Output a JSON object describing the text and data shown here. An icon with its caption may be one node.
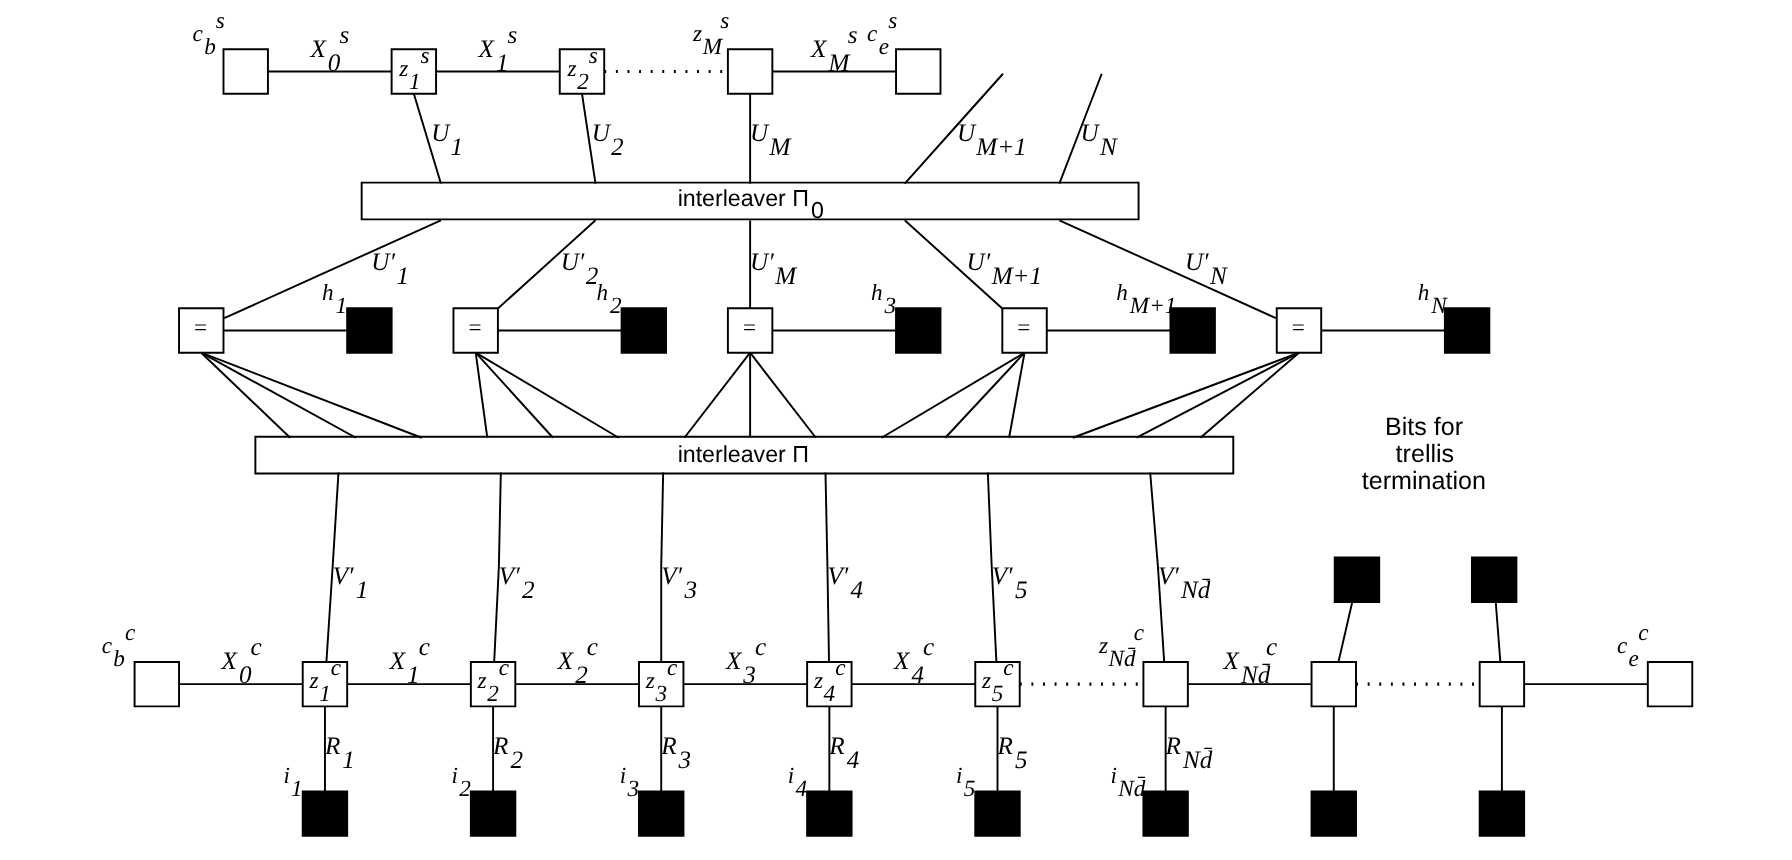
{
  "diagram": {
    "nodes": [
      {
        "text": [],
        "shape": "box",
        "beside": [
          "c$_{b}$$^{s}$"
        ]
      },
      {
        "text": [
          "z$_{1}$$^{s}$"
        ]
      },
      {
        "text": [
          "z$_{2}$$^{s}$"
        ]
      },
      {
        "text": [],
        "shape": "box",
        "beside": [
          "z$_{M}$$^{s}$"
        ]
      },
      {
        "text": [],
        "shape": "box",
        "beside": [
          "c$_{e}$$^{s}$"
        ]
      },
      {
        "text": [
          "interleaver Π$_{0}$"
        ]
      },
      {
        "text": [
          "="
        ]
      },
      {
        "text": [
          "="
        ]
      },
      {
        "text": [
          "="
        ]
      },
      {
        "text": [
          "="
        ]
      },
      {
        "text": [
          "="
        ]
      },
      {
        "text": [],
        "shape": "box",
        "beside": [
          "h$_{1}$"
        ]
      },
      {
        "text": [],
        "shape": "box",
        "beside": [
          "h$_{2}$"
        ]
      },
      {
        "text": [],
        "shape": "box",
        "beside": [
          "h$_{3}$"
        ]
      },
      {
        "text": [],
        "shape": "box",
        "beside": [
          "h$_{M+1}$"
        ]
      },
      {
        "text": [],
        "shape": "box",
        "beside": [
          "h$_{N}$"
        ]
      },
      {
        "text": [
          "interleaver Π"
        ]
      },
      {
        "text": [],
        "shape": "box",
        "beside": [
          "c$_{b}$$^{c}$"
        ]
      },
      {
        "text": [
          "z$_{1}$$^{c}$"
        ]
      },
      {
        "text": [
          "z$_{2}$$^{c}$"
        ]
      },
      {
        "text": [
          "z$_{3}$$^{c}$"
        ]
      },
      {
        "text": [
          "z$_{4}$$^{c}$"
        ]
      },
      {
        "text": [
          "z$_{5}$$^{c}$"
        ]
      },
      {
        "text": [],
        "shape": "box",
        "beside": [
          "z$_{Nd̄}$$^{c}$"
        ]
      },
      {
        "text": [],
        "shape": "box"
      },
      {
        "text": [],
        "shape": "box"
      },
      {
        "text": [],
        "shape": "box",
        "beside": [
          "c$_{e}$$^{c}$"
        ]
      },
      {
        "text": [],
        "shape": "box",
        "beside": [
          "i$_{1}$"
        ]
      },
      {
        "text": [],
        "shape": "box",
        "beside": [
          "i$_{2}$"
        ]
      },
      {
        "text": [],
        "shape": "box",
        "beside": [
          "i$_{3}$"
        ]
      },
      {
        "text": [],
        "shape": "box",
        "beside": [
          "i$_{4}$"
        ]
      },
      {
        "text": [],
        "shape": "box",
        "beside": [
          "i$_{5}$"
        ]
      },
      {
        "text": [],
        "shape": "box",
        "beside": [
          "i$_{Nd̄}$"
        ]
      },
      {
        "text": [],
        "shape": "box"
      },
      {
        "text": [],
        "shape": "box"
      },
      {
        "text": [],
        "shape": "box"
      },
      {
        "text": [],
        "shape": "box"
      }
    ],
    "edges": [
      {
        "from": 0,
        "to": 1,
        "arrow": "none",
        "label": "X$_{0}$$^{s}$"
      },
      {
        "from": 1,
        "to": 2,
        "arrow": "none",
        "label": "X$_{1}$$^{s}$"
      },
      {
        "from": 2,
        "to": 3,
        "arrow": "none",
        "style": "dashed"
      },
      {
        "from": 3,
        "to": 4,
        "arrow": "none",
        "label": "X$_{M}$$^{s}$"
      },
      {
        "from": 1,
        "to": 5,
        "arrow": "none",
        "label": "U$_{1}$"
      },
      {
        "from": 2,
        "to": 5,
        "arrow": "none",
        "label": "U$_{2}$"
      },
      {
        "from": 3,
        "to": 5,
        "arrow": "none",
        "label": "U$_{M}$"
      },
      {
        "from": null,
        "to": 5,
        "arrow": "none",
        "label": "U$_{M+1}$"
      },
      {
        "from": null,
        "to": 5,
        "arrow": "none",
        "label": "U$_{N}$"
      },
      {
        "from": 5,
        "to": 6,
        "arrow": "none",
        "label": "U′$_{1}$"
      },
      {
        "from": 5,
        "to": 7,
        "arrow": "none",
        "label": "U′$_{2}$"
      },
      {
        "from": 5,
        "to": 8,
        "arrow": "none",
        "label": "U′$_{M}$"
      },
      {
        "from": 5,
        "to": 9,
        "arrow": "none",
        "label": "U′$_{M+1}$"
      },
      {
        "from": 5,
        "to": 10,
        "arrow": "none",
        "label": "U′$_{N}$"
      },
      {
        "from": 6,
        "to": 11,
        "arrow": "none"
      },
      {
        "from": 7,
        "to": 12,
        "arrow": "none"
      },
      {
        "from": 8,
        "to": 13,
        "arrow": "none"
      },
      {
        "from": 9,
        "to": 14,
        "arrow": "none"
      },
      {
        "from": 10,
        "to": 15,
        "arrow": "none"
      },
      {
        "from": 6,
        "to": 16,
        "arrow": "none"
      },
      {
        "from": 6,
        "to": 16,
        "arrow": "none"
      },
      {
        "from": 6,
        "to": 16,
        "arrow": "none"
      },
      {
        "from": 7,
        "to": 16,
        "arrow": "none"
      },
      {
        "from": 7,
        "to": 16,
        "arrow": "none"
      },
      {
        "from": 7,
        "to": 16,
        "arrow": "none"
      },
      {
        "from": 8,
        "to": 16,
        "arrow": "none"
      },
      {
        "from": 8,
        "to": 16,
        "arrow": "none"
      },
      {
        "from": 8,
        "to": 16,
        "arrow": "none"
      },
      {
        "from": 9,
        "to": 16,
        "arrow": "none"
      },
      {
        "from": 9,
        "to": 16,
        "arrow": "none"
      },
      {
        "from": 9,
        "to": 16,
        "arrow": "none"
      },
      {
        "from": 10,
        "to": 16,
        "arrow": "none"
      },
      {
        "from": 10,
        "to": 16,
        "arrow": "none"
      },
      {
        "from": 10,
        "to": 16,
        "arrow": "none"
      },
      {
        "from": 16,
        "to": 18,
        "arrow": "none",
        "label": "V′$_{1}$"
      },
      {
        "from": 16,
        "to": 19,
        "arrow": "none",
        "label": "V′$_{2}$"
      },
      {
        "from": 16,
        "to": 20,
        "arrow": "none",
        "label": "V′$_{3}$"
      },
      {
        "from": 16,
        "to": 21,
        "arrow": "none",
        "label": "V′$_{4}$"
      },
      {
        "from": 16,
        "to": 22,
        "arrow": "none",
        "label": "V′$_{5}$"
      },
      {
        "from": 16,
        "to": 23,
        "arrow": "none",
        "label": "V′$_{Nd̄}$"
      },
      {
        "from": 17,
        "to": 18,
        "arrow": "none",
        "label": "X$_{0}$$^{c}$"
      },
      {
        "from": 18,
        "to": 19,
        "arrow": "none",
        "label": "X$_{1}$$^{c}$"
      },
      {
        "from": 19,
        "to": 20,
        "arrow": "none",
        "label": "X$_{2}$$^{c}$"
      },
      {
        "from": 20,
        "to": 21,
        "arrow": "none",
        "label": "X$_{3}$$^{c}$"
      },
      {
        "from": 21,
        "to": 22,
        "arrow": "none",
        "label": "X$_{4}$$^{c}$"
      },
      {
        "from": 22,
        "to": 23,
        "arrow": "none",
        "style": "dashed"
      },
      {
        "from": 23,
        "to": 24,
        "arrow": "none",
        "label": "X$_{Nd̄}$$^{c}$"
      },
      {
        "from": 24,
        "to": 25,
        "arrow": "none",
        "style": "dashed"
      },
      {
        "from": 25,
        "to": 26,
        "arrow": "none"
      },
      {
        "from": 18,
        "to": 27,
        "arrow": "none",
        "label": "R$_{1}$"
      },
      {
        "from": 19,
        "to": 28,
        "arrow": "none",
        "label": "R$_{2}$"
      },
      {
        "from": 20,
        "to": 29,
        "arrow": "none",
        "label": "R$_{3}$"
      },
      {
        "from": 21,
        "to": 30,
        "arrow": "none",
        "label": "R$_{4}$"
      },
      {
        "from": 22,
        "to": 31,
        "arrow": "none",
        "label": "R$_{5}$"
      },
      {
        "from": 23,
        "to": 32,
        "arrow": "none",
        "label": "R$_{Nd̄}$"
      },
      {
        "from": 33,
        "to": 24,
        "arrow": "none"
      },
      {
        "from": 34,
        "to": 25,
        "arrow": "none"
      },
      {
        "from": 24,
        "to": 35,
        "arrow": "none"
      },
      {
        "from": 25,
        "to": 36,
        "arrow": "none"
      }
    ],
    "labels": [
      "Bits for trellis termination"
    ]
  }
}
